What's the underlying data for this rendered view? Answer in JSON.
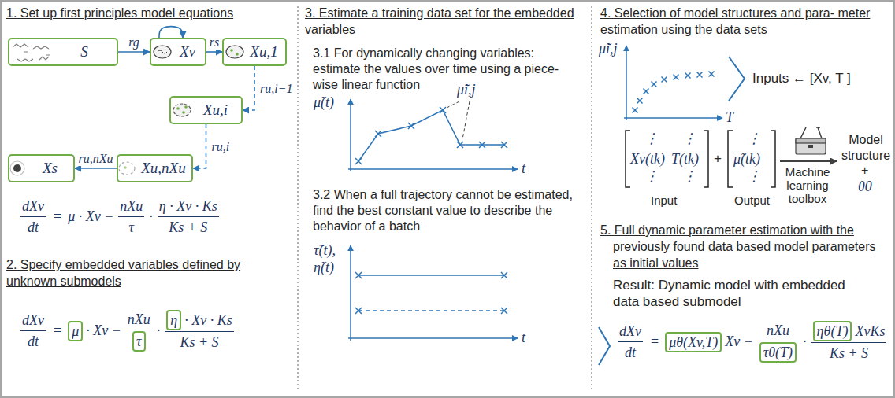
{
  "diagram": {
    "nodes": [
      {
        "text": [
          "S"
        ]
      },
      {
        "text": [
          "Xv"
        ]
      },
      {
        "text": [
          "Xu,1"
        ]
      },
      {
        "text": [
          "Xu,i"
        ]
      },
      {
        "text": [
          "Xu,nXu"
        ]
      },
      {
        "text": [
          "Xs"
        ]
      },
      {
        "text": [
          "μ"
        ]
      },
      {
        "text": [
          "τ"
        ]
      },
      {
        "text": [
          "η"
        ]
      },
      {
        "text": [
          "μθ(Xv,T)"
        ]
      },
      {
        "text": [
          "τθ(T)"
        ]
      },
      {
        "text": [
          "ηθ(T)"
        ]
      }
    ],
    "edges": [
      {
        "from": 0,
        "to": 1,
        "label": "rg",
        "arrow": "to"
      },
      {
        "from": 1,
        "to": 1,
        "arrow": "to"
      },
      {
        "from": 1,
        "to": 2,
        "label": "rs",
        "arrow": "to"
      },
      {
        "from": 2,
        "to": 3,
        "label": "ru,i−1",
        "arrow": "to"
      },
      {
        "from": 3,
        "to": 4,
        "label": "ru,i",
        "arrow": "to"
      },
      {
        "from": 4,
        "to": 5,
        "label": "ru,nXu",
        "arrow": "to"
      }
    ],
    "labels": [
      "1. Set up first principles model equations",
      "dXv",
      "dt",
      "=",
      "μ · Xv −",
      "nXu",
      "τ",
      "·",
      "η · Xv · Ks",
      "Ks + S",
      "2. Specify embedded variables defined by unknown submodels",
      "dXv",
      "dt",
      "=",
      "· Xv −",
      "nXu",
      "·",
      "· Xv · Ks",
      "Ks + S",
      "3. Estimate a training data set for the embedded variables",
      "3.1 For dynamically changing variables: estimate the values over time using a piece-wise linear function",
      "μ̃(t)",
      "μ̃i,j",
      "t",
      "3.2 When a full trajectory cannot be estimated, find the best constant value to describe the behavior of a batch",
      "τ̃(t),",
      "η̃(t)",
      "t",
      "4. Selection of model structures and para- meter estimation using the data sets",
      "μ̃i,j",
      "T",
      "Inputs ← [Xv, T ]",
      "⋮",
      "⋮",
      "Xv(tk)",
      "T(tk)",
      "⋮",
      "⋮",
      "+",
      "⋮",
      "μ̃(tk)",
      "⋮",
      "Input",
      "Output",
      "Machine learning toolbox",
      "Model structure",
      "+",
      "θ0",
      "5. Full dynamic parameter estimation with the previously found data based model parameters as initial values",
      "Result: Dynamic model with embedded data based submodel",
      "dXv",
      "dt",
      "=",
      "Xv −",
      "nXu",
      "·",
      "XvKs",
      "Ks + S"
    ]
  }
}
